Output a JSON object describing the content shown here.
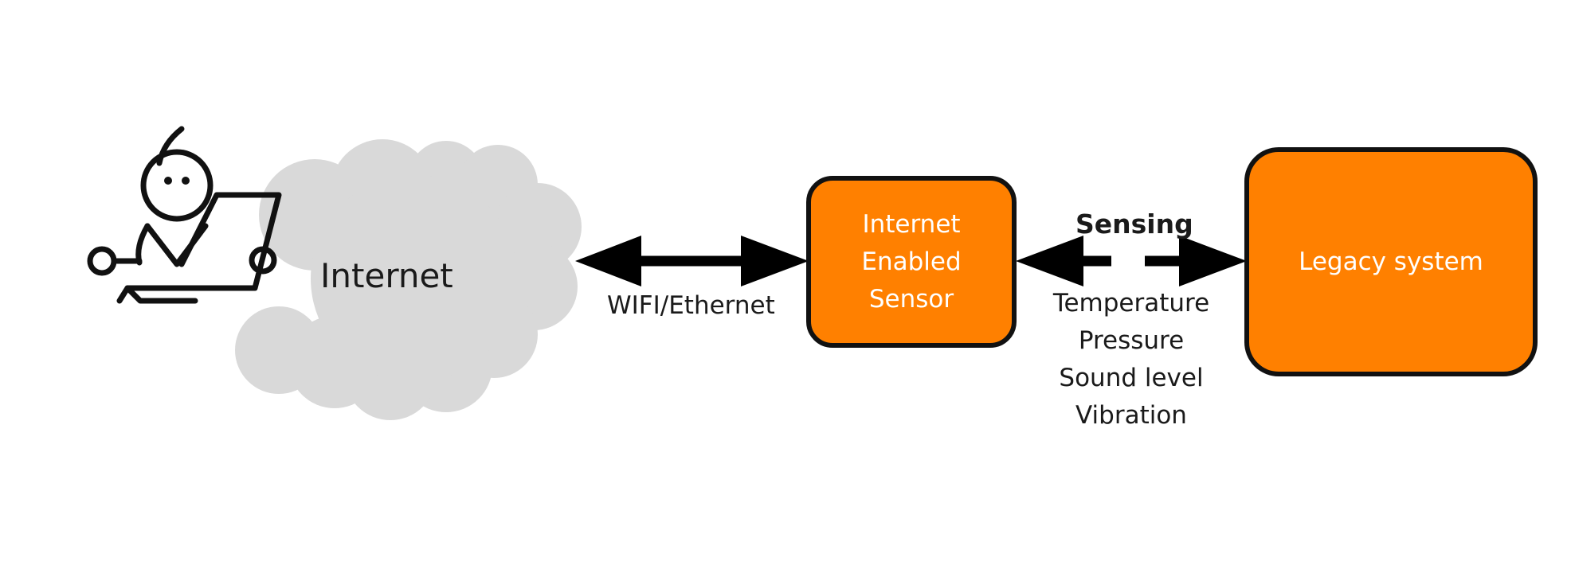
{
  "colors": {
    "box_fill": "#FF8000",
    "box_stroke": "#111111",
    "cloud_fill": "#D9D9D9",
    "arrow": "#000000",
    "box_text": "#FFFFFF"
  },
  "icons": {
    "user": "person-at-laptop-icon",
    "network": "cloud-icon"
  },
  "nodes": {
    "cloud": {
      "label": "Internet"
    },
    "sensor": {
      "lines": [
        "Internet",
        "Enabled",
        "Sensor"
      ]
    },
    "legacy": {
      "label": "Legacy system"
    }
  },
  "links": {
    "cloud_sensor": {
      "label": "WIFI/Ethernet",
      "style": "solid",
      "direction": "bidirectional"
    },
    "sensor_legacy": {
      "label": "Sensing",
      "style": "dashed",
      "direction": "bidirectional"
    }
  },
  "sensing_types": [
    "Temperature",
    "Pressure",
    "Sound level",
    "Vibration"
  ]
}
